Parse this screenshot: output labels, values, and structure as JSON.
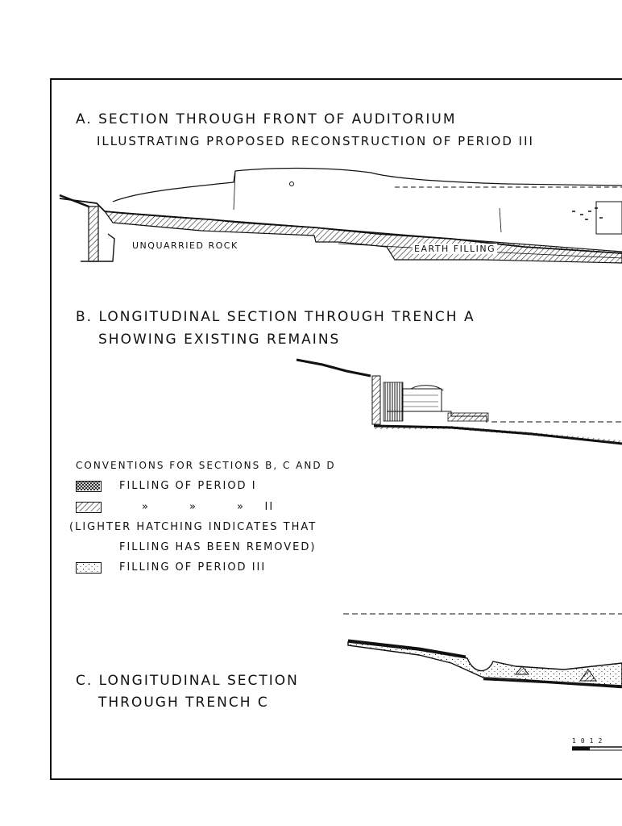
{
  "section_a": {
    "title_line1": "A. SECTION THROUGH FRONT OF AUDITORIUM",
    "title_line2": "ILLUSTRATING PROPOSED RECONSTRUCTION OF PERIOD III",
    "label_rock": "UNQUARRIED ROCK",
    "label_filling": "EARTH FILLING"
  },
  "section_b": {
    "title_line1": "B. LONGITUDINAL SECTION THROUGH TRENCH A",
    "title_line2": "SHOWING EXISTING REMAINS"
  },
  "conventions": {
    "heading": "CONVENTIONS FOR SECTIONS B, C AND D",
    "items": [
      {
        "label": "FILLING OF PERIOD I"
      },
      {
        "label": "»        »        »    II"
      },
      {
        "label": "(LIGHTER HATCHING INDICATES THAT"
      },
      {
        "label": "FILLING HAS BEEN REMOVED)"
      },
      {
        "label": "FILLING OF PERIOD III"
      }
    ]
  },
  "section_c": {
    "title_line1": "C. LONGITUDINAL SECTION",
    "title_line2": "THROUGH TRENCH C"
  },
  "scale_bar": {
    "tick_labels": [
      "1",
      "0",
      "1",
      "2"
    ]
  }
}
